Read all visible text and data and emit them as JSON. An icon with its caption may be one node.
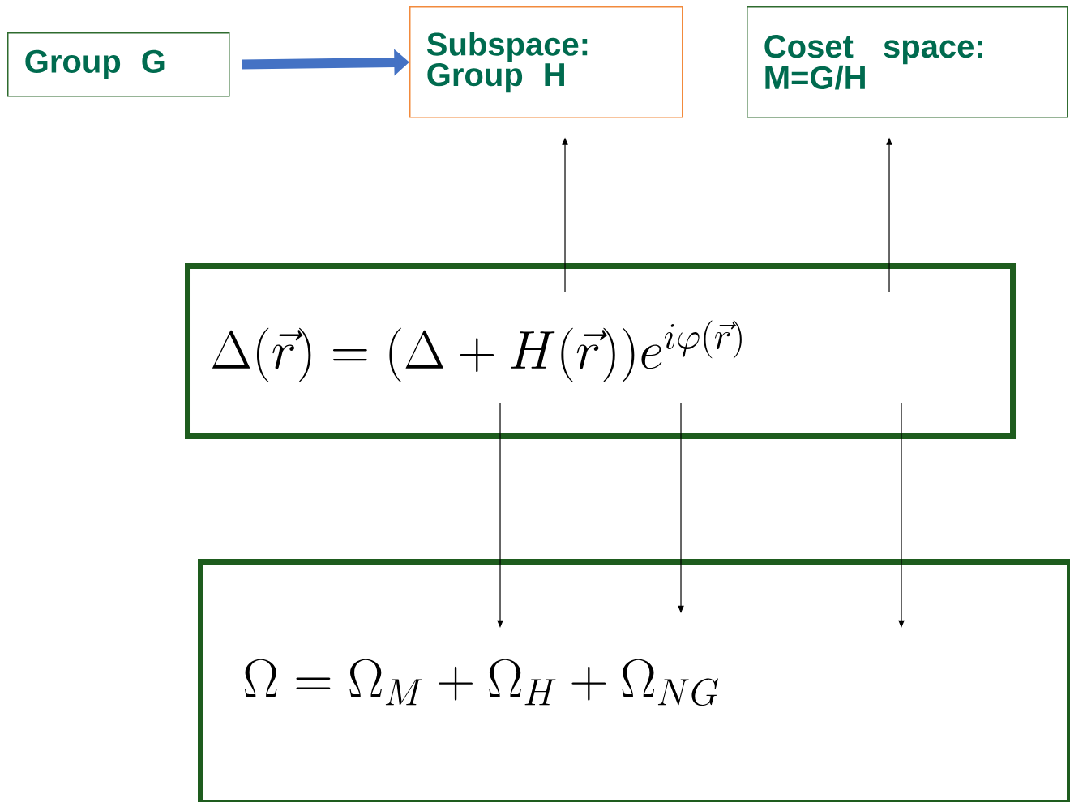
{
  "diagram": {
    "nodes": [
      {
        "text": [
          "Group G"
        ]
      },
      {
        "text": [
          "Subspace: Group H"
        ]
      },
      {
        "text": [
          "Coset space: M=G/H"
        ]
      },
      {
        "text": [
          "\\Delta(\\vec{r}) = \\big(\\Delta + H(\\vec{r})\\big)e^{i\\varphi(\\vec{r})}"
        ]
      },
      {
        "text": [
          "\\Omega = \\Omega_M + \\Omega_H + \\Omega_{NG}"
        ]
      }
    ],
    "edges": [
      {
        "from": 0,
        "to": 1,
        "arrow": "to",
        "style": "thick",
        "color": "#4472c4"
      },
      {
        "from": 3,
        "to": 1,
        "arrow": "to"
      },
      {
        "from": 3,
        "to": 2,
        "arrow": "to"
      },
      {
        "from": 3,
        "to": 4,
        "arrow": "to"
      },
      {
        "from": 3,
        "to": 4,
        "arrow": "to"
      },
      {
        "from": 3,
        "to": 4,
        "arrow": "to"
      }
    ]
  }
}
